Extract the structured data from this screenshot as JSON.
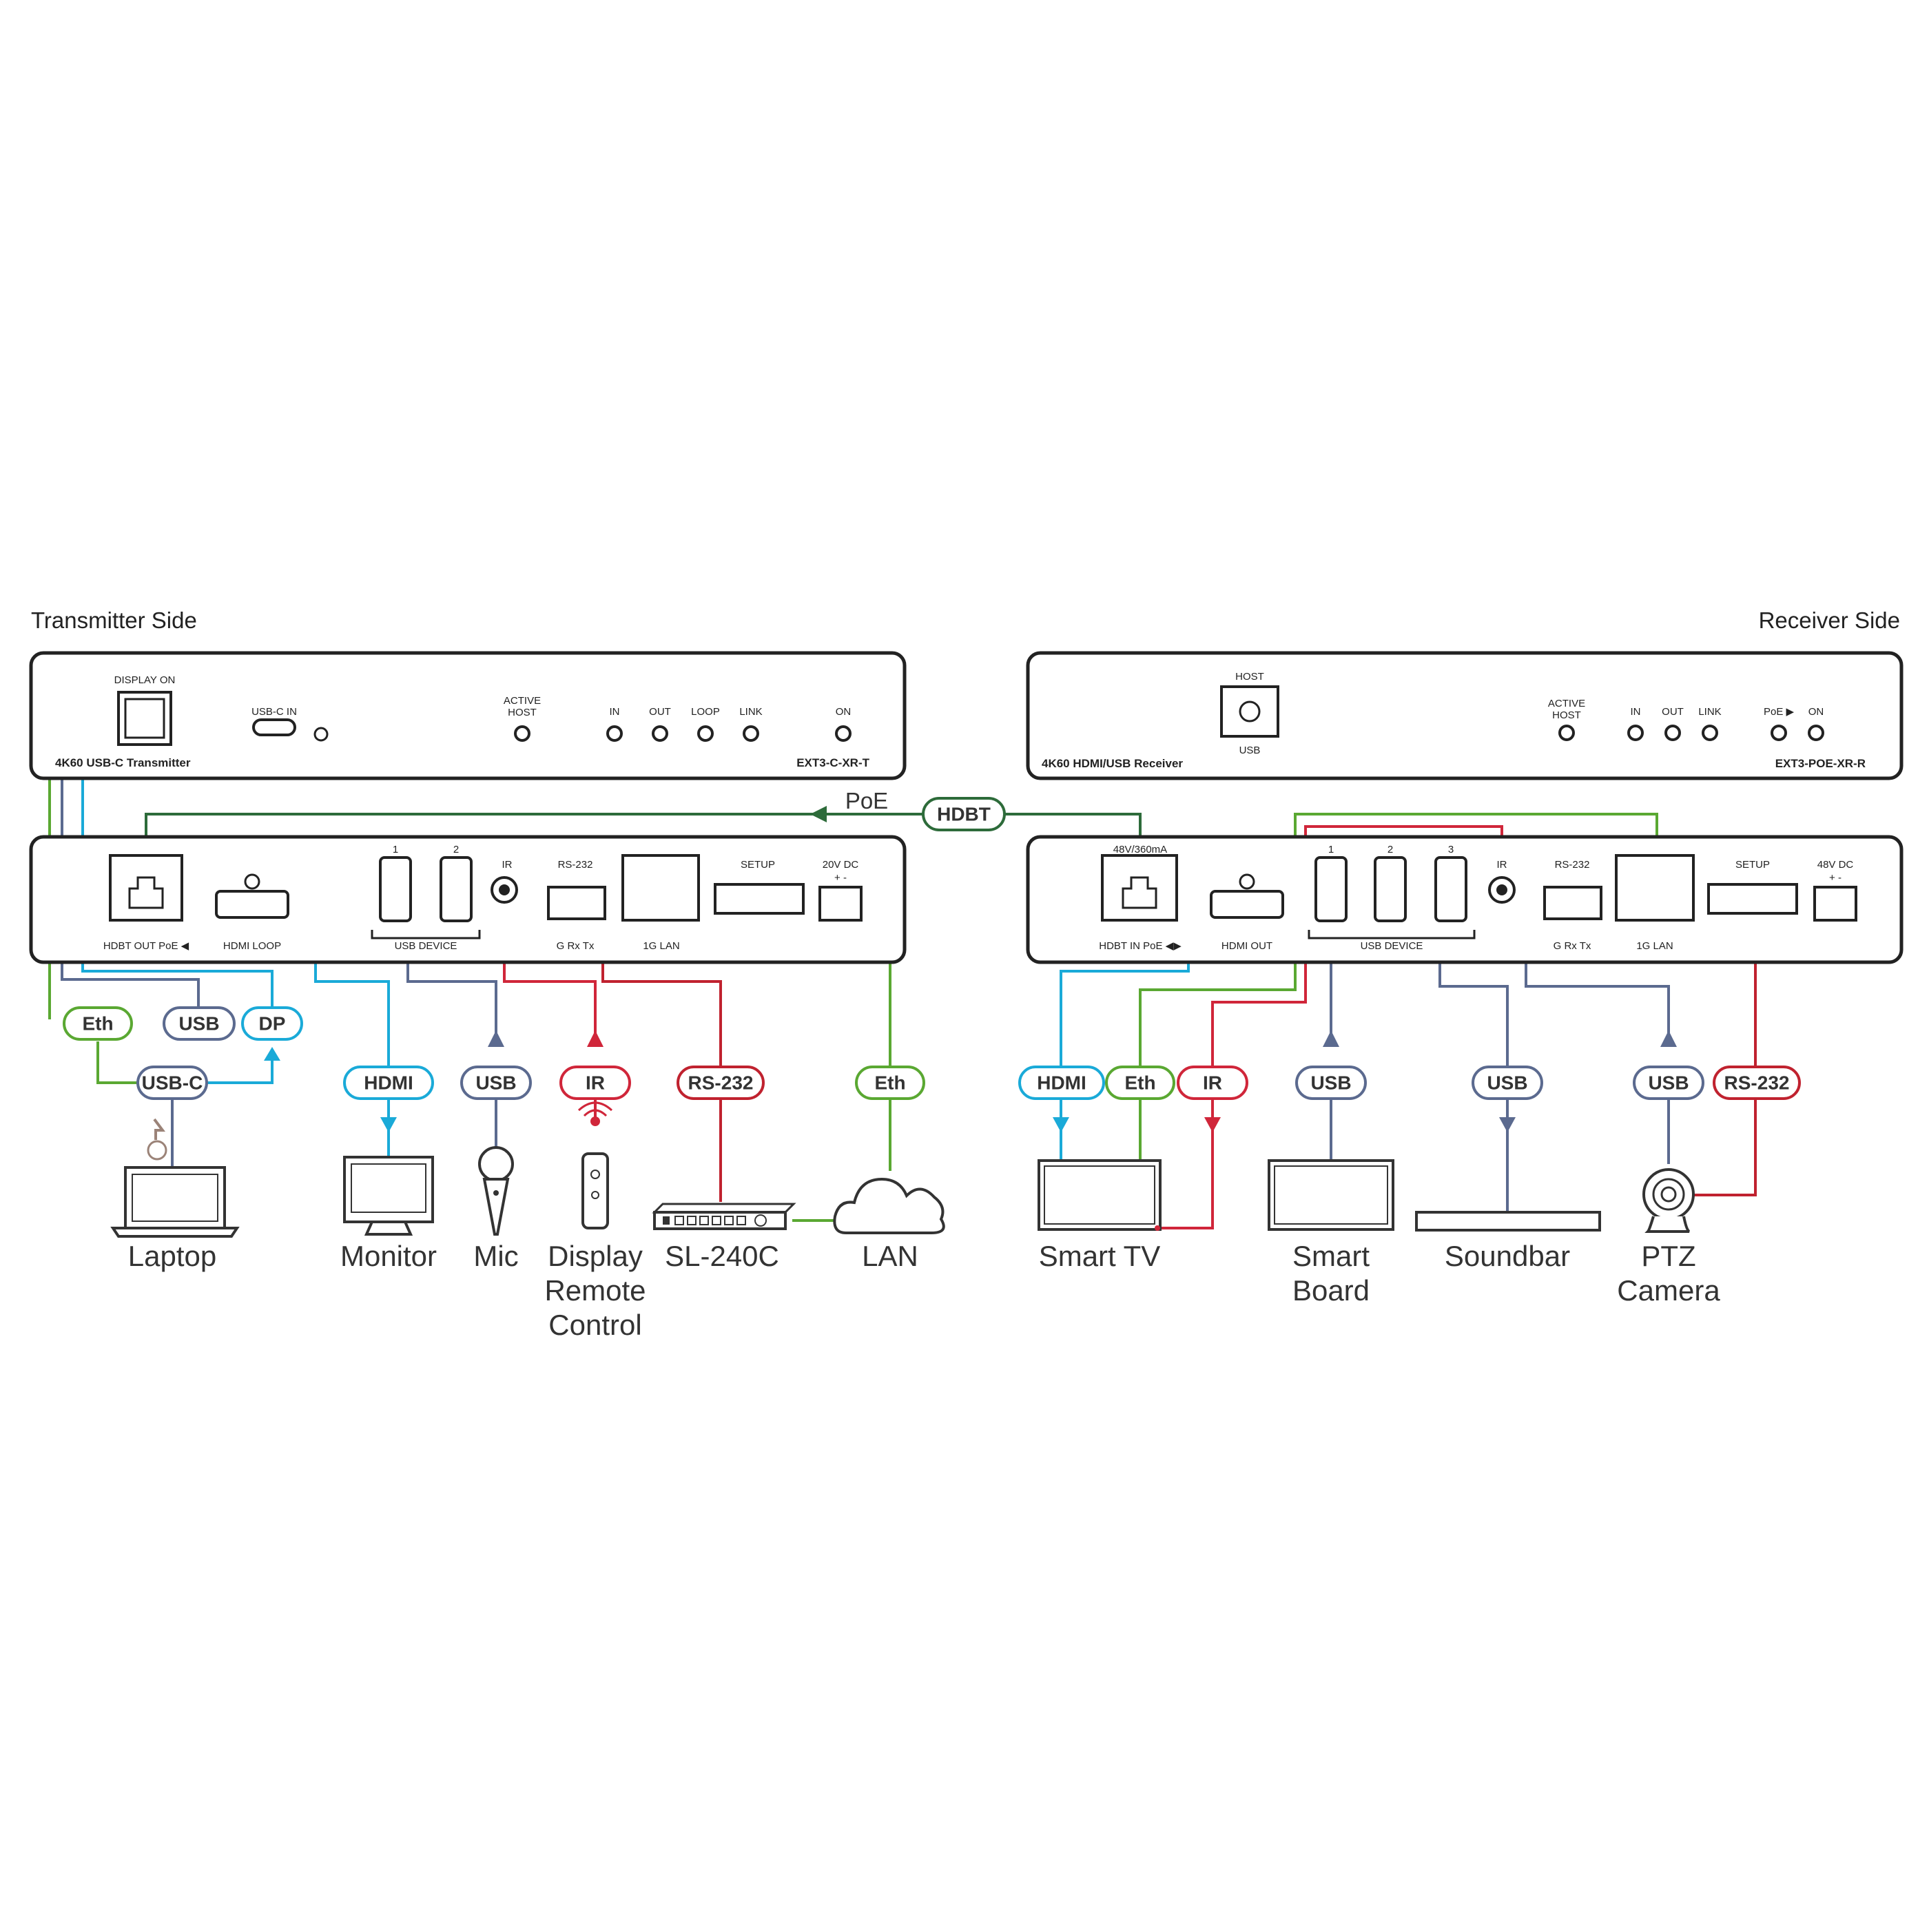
{
  "colors": {
    "eth": "#5aa832",
    "usb": "#5b6a8f",
    "hdmi": "#1aaad8",
    "ir": "#d0263a",
    "rs232": "#c0222f",
    "hdbt": "#2d6b3a",
    "power": "#9b8378",
    "panel": "#222222"
  },
  "sides": {
    "transmitter": "Transmitter Side",
    "receiver": "Receiver Side"
  },
  "transmitter": {
    "front": {
      "display_on": "DISPLAY ON",
      "usbc_in": "USB-C IN",
      "active_host": [
        "ACTIVE",
        "HOST"
      ],
      "in": "IN",
      "out": "OUT",
      "loop": "LOOP",
      "link": "LINK",
      "on": "ON",
      "title": "4K60 USB-C Transmitter",
      "model": "EXT3-C-XR-T"
    },
    "rear": {
      "hdbt_out": "HDBT OUT PoE ◀",
      "hdmi_loop": "HDMI LOOP",
      "usb_1": "1",
      "usb_2": "2",
      "usb_device": "USB DEVICE",
      "ir": "IR",
      "rs232": "RS-232",
      "g_rx_tx": "G  Rx  Tx",
      "lan": "1G LAN",
      "setup": "SETUP",
      "dc": "20V DC",
      "dc_pm": "+   -"
    }
  },
  "receiver": {
    "front": {
      "host": "HOST",
      "usb": "USB",
      "active_host": [
        "ACTIVE",
        "HOST"
      ],
      "in": "IN",
      "out": "OUT",
      "link": "LINK",
      "poe": "PoE ▶",
      "on": "ON",
      "title": "4K60 HDMI/USB Receiver",
      "model": "EXT3-POE-XR-R"
    },
    "rear": {
      "poe_rating": "48V/360mA",
      "hdbt_in": "HDBT IN PoE ◀▶",
      "hdmi_out": "HDMI OUT",
      "usb_1": "1",
      "usb_2": "2",
      "usb_3": "3",
      "usb_device": "USB DEVICE",
      "ir": "IR",
      "rs232": "RS-232",
      "g_rx_tx": "G  Rx  Tx",
      "lan": "1G LAN",
      "setup": "SETUP",
      "dc": "48V DC",
      "dc_pm": "+   -"
    }
  },
  "link": {
    "poe": "PoE",
    "hdbt": "HDBT"
  },
  "pills": {
    "tx_eth": "Eth",
    "tx_usb": "USB",
    "tx_dp": "DP",
    "tx_usbc": "USB-C",
    "tx_hdmi": "HDMI",
    "tx_mic_usb": "USB",
    "tx_ir": "IR",
    "tx_rs232": "RS-232",
    "tx_lan_eth": "Eth",
    "rx_hdmi": "HDMI",
    "rx_eth": "Eth",
    "rx_ir": "IR",
    "rx_board_usb": "USB",
    "rx_sound_usb": "USB",
    "rx_cam_usb": "USB",
    "rx_rs232": "RS-232"
  },
  "devices": {
    "laptop": "Laptop",
    "monitor": "Monitor",
    "mic": "Mic",
    "remote": [
      "Display",
      "Remote",
      "Control"
    ],
    "sl240c": "SL-240C",
    "lan": "LAN",
    "smart_tv": "Smart TV",
    "smart_board": [
      "Smart",
      "Board"
    ],
    "soundbar": "Soundbar",
    "ptz_camera": [
      "PTZ",
      "Camera"
    ]
  }
}
